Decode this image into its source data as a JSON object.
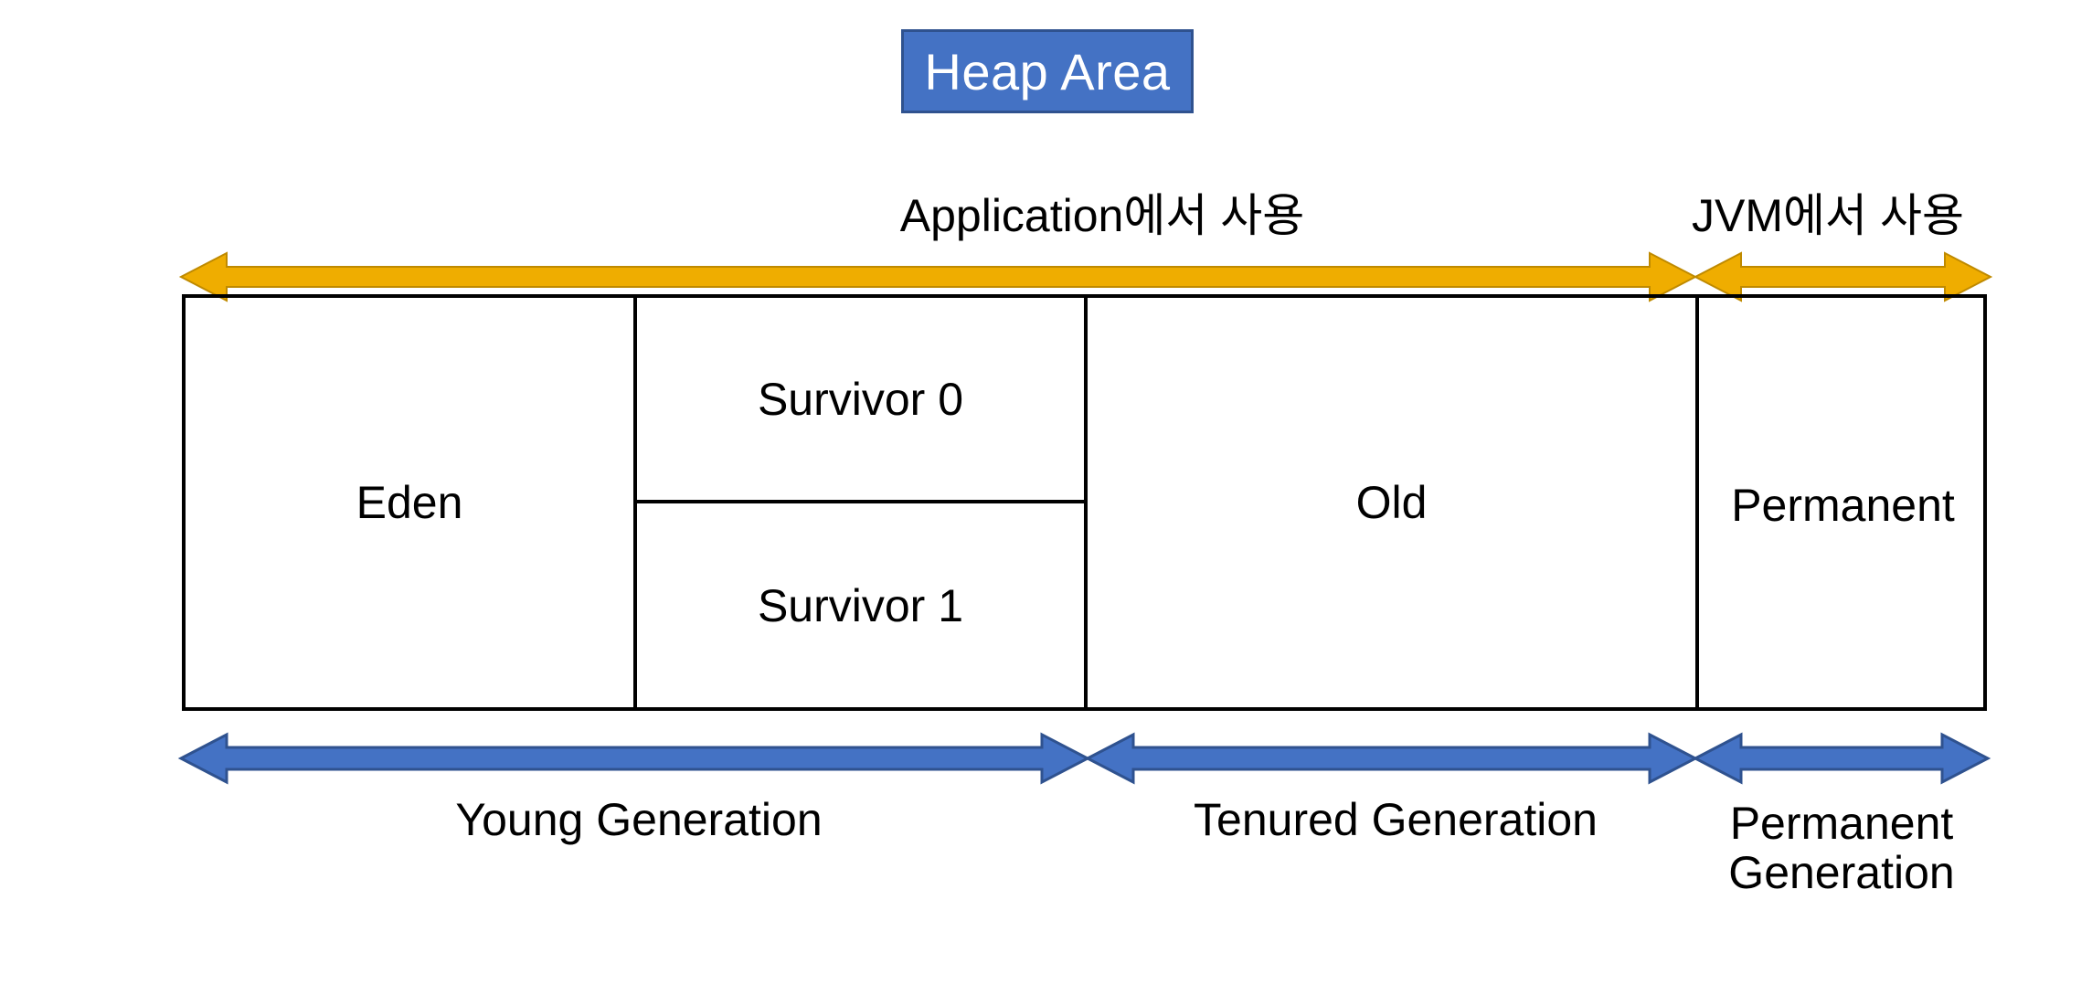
{
  "diagram": {
    "title": "Heap Area",
    "title_colors": {
      "fill": "#4472C4",
      "border": "#2F528F",
      "text": "#FFFFFF"
    },
    "top_scope": {
      "arrow_color": "#E8A200",
      "spans": [
        {
          "id": "application",
          "label": "Application에서 사용"
        },
        {
          "id": "jvm",
          "label": "JVM에서 사용"
        }
      ]
    },
    "memory_regions": [
      {
        "id": "eden",
        "label": "Eden"
      },
      {
        "id": "survivor0",
        "label": "Survivor 0"
      },
      {
        "id": "survivor1",
        "label": "Survivor 1"
      },
      {
        "id": "old",
        "label": "Old"
      },
      {
        "id": "permanent",
        "label": "Permanent"
      }
    ],
    "bottom_generations": {
      "arrow_color": "#4472C4",
      "spans": [
        {
          "id": "young",
          "label": "Young Generation"
        },
        {
          "id": "tenured",
          "label": "Tenured Generation"
        },
        {
          "id": "permanent",
          "label": "Permanent\nGeneration"
        }
      ]
    }
  }
}
